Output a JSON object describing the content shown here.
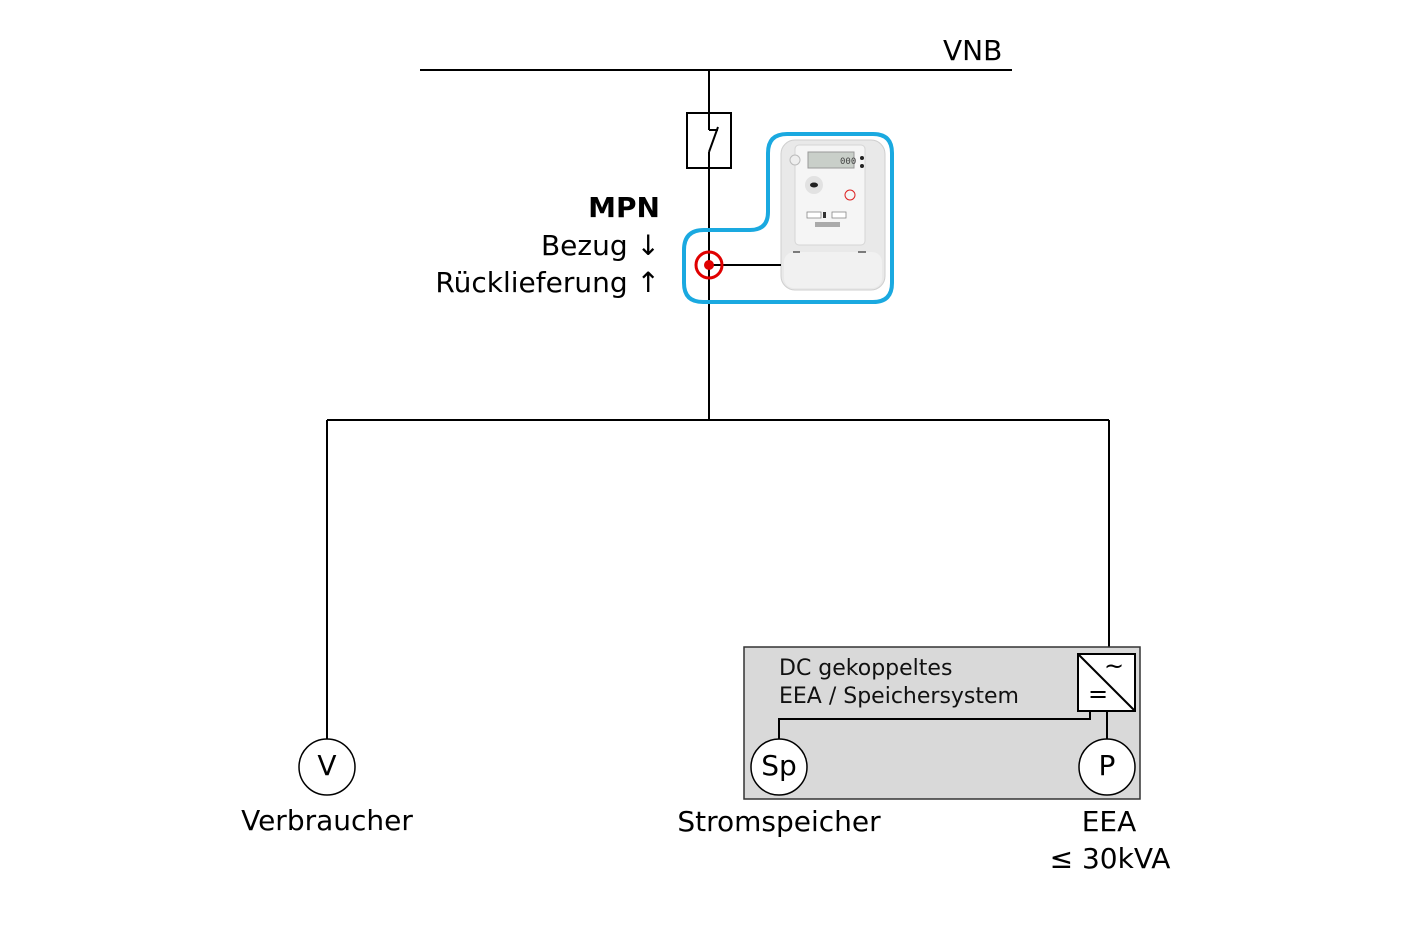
{
  "diagram": {
    "grid_label": "VNB",
    "meter_point": {
      "title": "MPN",
      "import_label": "Bezug",
      "import_arrow": "↓",
      "export_label": "Rücklieferung",
      "export_arrow": "↑",
      "meter_icon": "smart-meter-icon",
      "highlight_color": "#1aa9e0",
      "measure_point_color": "#e00000"
    },
    "switch_icon": "circuit-breaker-icon",
    "consumer": {
      "symbol": "V",
      "label": "Verbraucher"
    },
    "dc_system": {
      "title_line1": "DC gekoppeltes",
      "title_line2": "EEA / Speichersystem",
      "fill_color": "#d9d9d9",
      "inverter": {
        "ac_symbol": "~",
        "dc_symbol": "=",
        "icon": "inverter-icon"
      },
      "storage": {
        "symbol": "Sp",
        "label": "Stromspeicher"
      },
      "generator": {
        "symbol": "P",
        "label": "EEA",
        "limit": "≤ 30kVA"
      }
    }
  }
}
